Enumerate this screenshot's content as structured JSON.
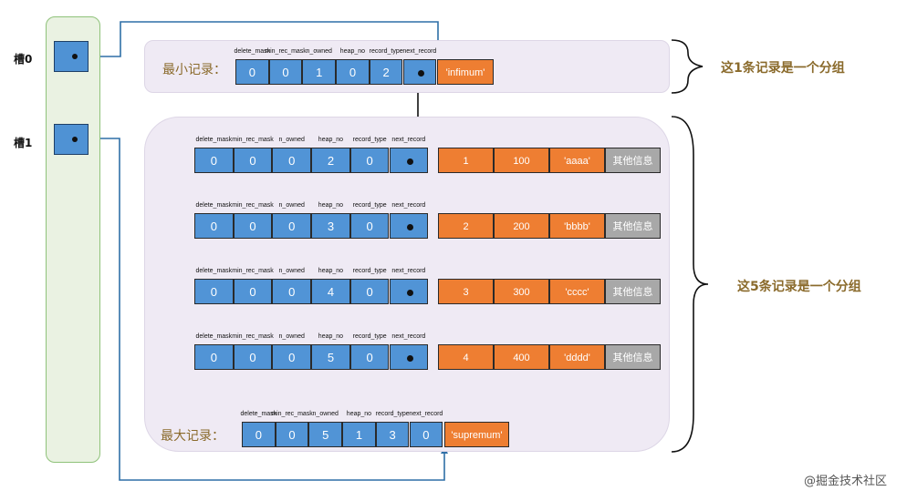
{
  "slots": [
    {
      "label": "槽0"
    },
    {
      "label": "槽1"
    }
  ],
  "field_names": [
    "delete_mask",
    "min_rec_mask",
    "n_owned",
    "heap_no",
    "record_type",
    "next_record"
  ],
  "min_record": {
    "label": "最小记录：",
    "values": [
      "0",
      "0",
      "1",
      "0",
      "2",
      ""
    ],
    "content": "'infimum'"
  },
  "user_records": [
    {
      "values": [
        "0",
        "0",
        "0",
        "2",
        "0",
        ""
      ],
      "cols": [
        "1",
        "100",
        "'aaaa'",
        "其他信息"
      ]
    },
    {
      "values": [
        "0",
        "0",
        "0",
        "3",
        "0",
        ""
      ],
      "cols": [
        "2",
        "200",
        "'bbbb'",
        "其他信息"
      ]
    },
    {
      "values": [
        "0",
        "0",
        "0",
        "4",
        "0",
        ""
      ],
      "cols": [
        "3",
        "300",
        "'cccc'",
        "其他信息"
      ]
    },
    {
      "values": [
        "0",
        "0",
        "0",
        "5",
        "0",
        ""
      ],
      "cols": [
        "4",
        "400",
        "'dddd'",
        "其他信息"
      ]
    }
  ],
  "max_record": {
    "label": "最大记录：",
    "values": [
      "0",
      "0",
      "5",
      "1",
      "3",
      "0"
    ],
    "content": "'supremum'"
  },
  "group_labels": [
    "这1条记录是一个分组",
    "这5条记录是一个分组"
  ],
  "watermark": "@掘金技术社区",
  "colors": {
    "field_blue": "#5194d6",
    "content_orange": "#ee7e32",
    "extra_gray": "#a8a8a8",
    "group_text": "#8a6a2b",
    "slot_green": "#8fc27a"
  }
}
